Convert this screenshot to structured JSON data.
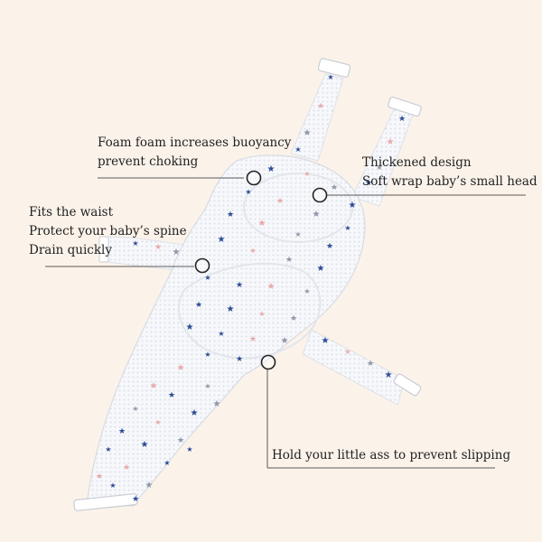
{
  "colors": {
    "background": "#fbf3ea",
    "mesh": "#f7f8fb",
    "mesh_shadow": "#d9dde6",
    "star_blue": "#2b4a96",
    "star_pink": "#e9a9a9",
    "star_gray": "#8e96a6",
    "clip": "#ffffff",
    "line": "#5a5a5a"
  },
  "callouts": {
    "foam": {
      "lines": [
        "Foam foam increases buoyancy",
        "prevent choking"
      ]
    },
    "thickened": {
      "lines": [
        "Thickened design",
        "Soft wrap baby’s small head"
      ]
    },
    "waist": {
      "lines": [
        "Fits the waist",
        "Protect your baby’s spine",
        "Drain quickly"
      ]
    },
    "slip": {
      "lines": [
        "Hold your little ass to prevent slipping"
      ]
    }
  }
}
